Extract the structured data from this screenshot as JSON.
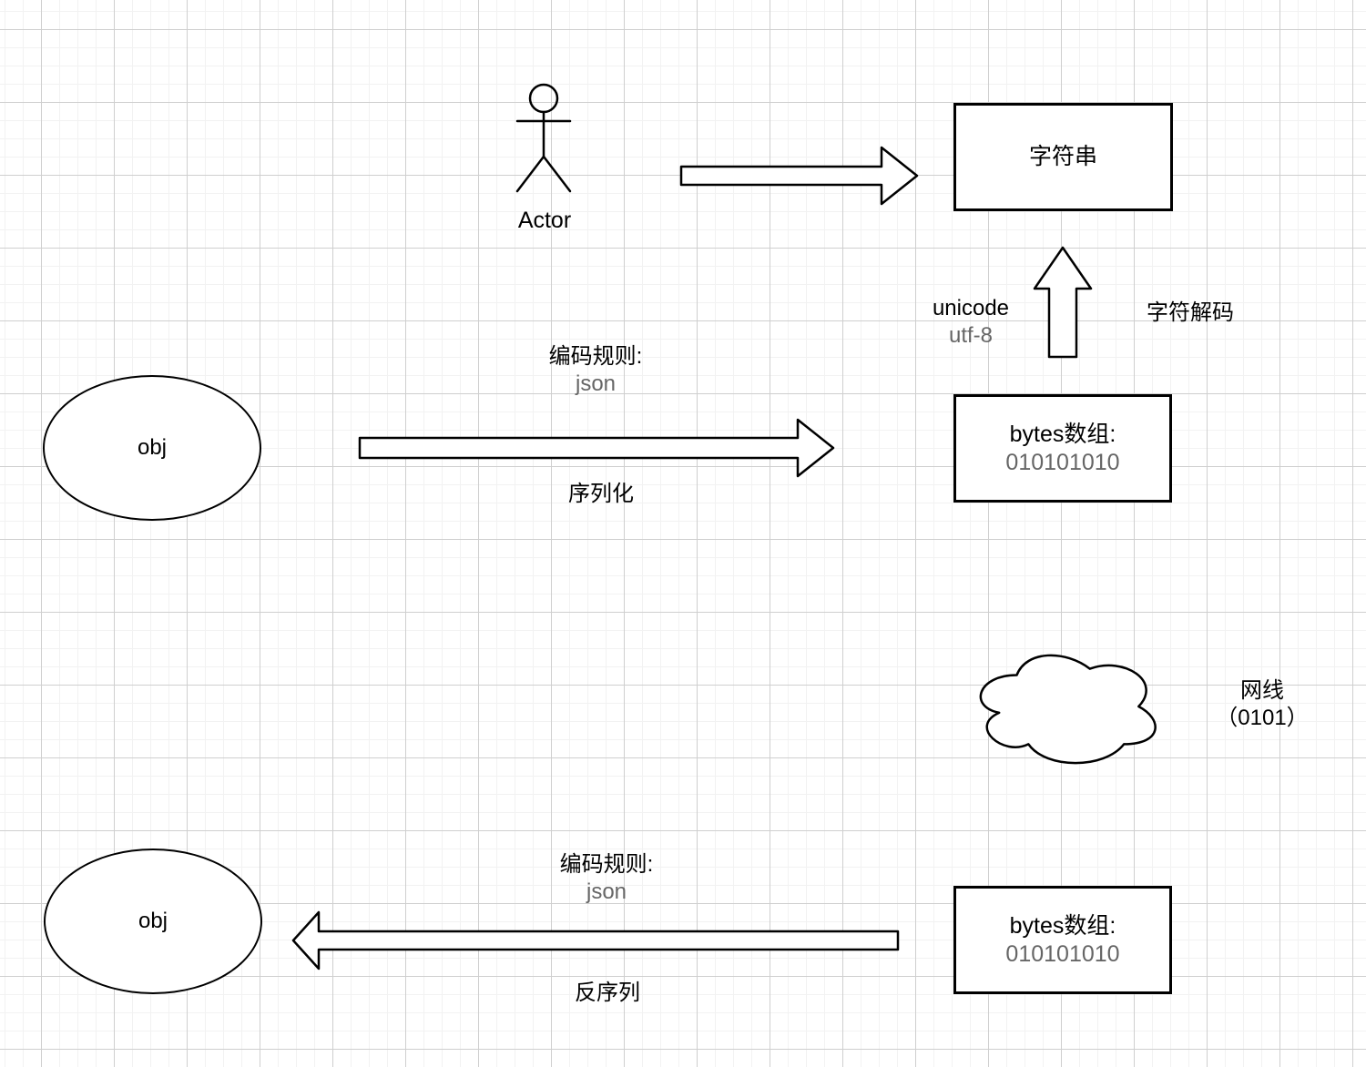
{
  "canvas": {
    "background_color": "#ffffff",
    "grid_minor_color": "#f2f2f2",
    "grid_major_color": "#cfcfcf",
    "stroke_color": "#000000",
    "secondary_text_color": "#666666"
  },
  "nodes": {
    "actor": {
      "label": "Actor"
    },
    "string_box": {
      "label": "字符串"
    },
    "bytes_box_top": {
      "title": "bytes数组:",
      "value": "010101010"
    },
    "bytes_box_bottom": {
      "title": "bytes数组:",
      "value": "010101010"
    },
    "obj_top": {
      "label": "obj"
    },
    "obj_bottom": {
      "label": "obj"
    },
    "cloud": {
      "label_line1": "网线",
      "label_line2": "（0101）"
    }
  },
  "labels": {
    "decode_left_line1": "unicode",
    "decode_left_line2": "utf-8",
    "decode_right": "字符解码",
    "encode_rule_top_line1": "编码规则:",
    "encode_rule_top_line2": "json",
    "serialize": "序列化",
    "encode_rule_bottom_line1": "编码规则:",
    "encode_rule_bottom_line2": "json",
    "deserialize": "反序列"
  }
}
